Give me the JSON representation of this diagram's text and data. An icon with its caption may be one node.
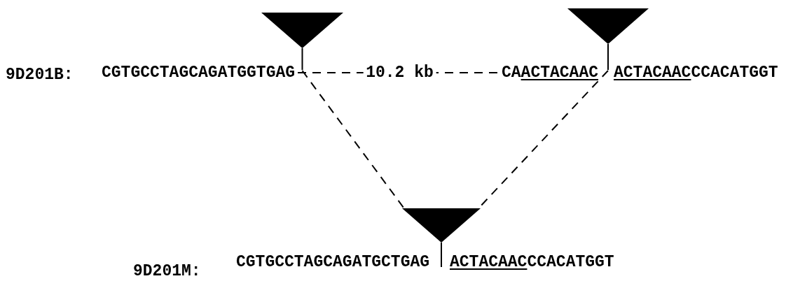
{
  "diagram": {
    "nodes": [
      {
        "text": [],
        "shape": "triangle"
      },
      {
        "text": [
          "CGTGCCTAGCAGATGGTGAG"
        ]
      },
      {
        "text": [
          "CA",
          "ACTACAAC"
        ]
      },
      {
        "text": [],
        "shape": "triangle"
      },
      {
        "text": [
          "ACTACAAC",
          "CCACATGGT"
        ]
      },
      {
        "text": [],
        "shape": "triangle"
      },
      {
        "text": [
          "CGTGCCTAGCAGATGCTGAG"
        ]
      },
      {
        "text": [
          "ACTACAAC",
          "CCACATGGT"
        ]
      }
    ],
    "edges": [
      {
        "from": 1,
        "to": 2,
        "arrow": "none",
        "label": "10.2 kb",
        "style": "dashed"
      },
      {
        "from": 0,
        "to": 5,
        "arrow": "none",
        "style": "dashed"
      },
      {
        "from": 3,
        "to": 5,
        "arrow": "none",
        "style": "dashed"
      }
    ],
    "labels": [
      "9D201B:",
      "9D201M:"
    ]
  }
}
